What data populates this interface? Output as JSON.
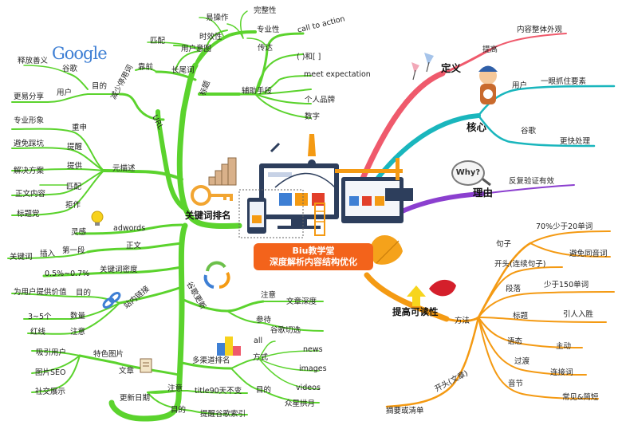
{
  "banner": {
    "line1": "Biu教学堂",
    "line2": "深度解析内容结构优化"
  },
  "logo": {
    "text": "Google"
  },
  "why_bubble": "Why?",
  "right": {
    "dingyi": {
      "label": "定义",
      "child": "提高",
      "leaf": "内容整体外观"
    },
    "hexin": {
      "label": "核心",
      "user": "用户",
      "user_leaf": "一眼抓住要素",
      "google": "谷歌",
      "google_leaf": "更快处理"
    },
    "liyou": {
      "label": "理由",
      "leaf": "反复验证有效"
    },
    "keduxing": {
      "label": "提高可读性",
      "method": "方法",
      "juzi": "句子",
      "juzi_a": "70%少于20单词",
      "juzi_b": "避免同音词",
      "kaitou": "开头(连续句子)",
      "duanluo": "段落",
      "duanluo_a": "少于150单词",
      "biaoti": "标题",
      "biaoti_a": "引人入胜",
      "yutai": "语态",
      "yutai_a": "主动",
      "guodu": "过渡",
      "guodu_a": "连接词",
      "yinjie": "音节",
      "yinjie_a": "常见&简短",
      "kaitou_wz": "开头(文章)",
      "zhaiyao": "摘要或清单"
    }
  },
  "left": {
    "root": "关键词排名",
    "biaoti": {
      "label": "标题",
      "changweici": "长尾词",
      "kaoqian": "靠前",
      "yonghuyitu": "用户意图",
      "pipei": "匹配"
    },
    "fuzhu": {
      "label": "辅助手段",
      "chuanda": "传达",
      "shixiaoxing": "时效性",
      "yicaozuo": "易操作",
      "zhuanyexing": "专业性",
      "wanzhengxing": "完整性",
      "cta": "call to action",
      "brackets": "( )和[ ]",
      "meet": "meet expectation",
      "geren": "个人品牌",
      "shuzi": "数字"
    },
    "url": {
      "label": "URL",
      "jianshao": "减少停用词",
      "mudi": "目的",
      "guge": "谷歌",
      "shifang": "释放善义",
      "yonghu": "用户",
      "gengyi": "更易分享"
    },
    "yuanmiaoshu": {
      "label": "元描述",
      "zhongshen": "重申",
      "zhuanye": "专业形象",
      "tixing": "提醒",
      "bimian": "避免踩坑",
      "tigong": "提供",
      "jiejue": "解决方案",
      "pipei": "匹配",
      "zhengwen": "正文内容",
      "juzuo": "拒作",
      "biaotidang": "标题党"
    },
    "adwords": "adwords",
    "linggan": "灵感",
    "zhengwen": {
      "label": "正文",
      "diyiduan": "第一段",
      "charu": "插入",
      "guanjianci": "关键词"
    },
    "midu": {
      "label": "关键词密度",
      "value": "0.5%~0.7%"
    },
    "zhannei": {
      "label": "站内链接",
      "mudi": "目的",
      "jiazhi": "为用户提供价值",
      "shuliang": "数量",
      "count": "3~5个",
      "zhuyi": "注意",
      "hongxian": "红线"
    },
    "tese": {
      "label": "特色图片",
      "xiyin": "吸引用户",
      "seo": "图片SEO",
      "shejiao": "社交展示"
    },
    "wenzhang": "文章",
    "gengxin": {
      "label": "更新日期",
      "zhuyi": "注意",
      "title90": "title90天不变",
      "mudi": "目的",
      "tixing": "提醒谷歌索引"
    },
    "gugegengxin": {
      "label": "谷歌更新",
      "zhuyi": "注意",
      "shendu": "文章深度",
      "candai": "参待",
      "guqiezheng": "谷歌切选"
    },
    "duoqudao": {
      "label": "多渠道排名",
      "fangshi": "方式",
      "all": "all",
      "news": "news",
      "images": "images",
      "videos": "videos",
      "mudi": "目的",
      "zhongshu": "众星拱月"
    }
  },
  "colors": {
    "green": "#5bd32d",
    "pink": "#ef5a6c",
    "teal": "#1ab6bd",
    "purple": "#8b3fcf",
    "orange": "#f49a13"
  }
}
